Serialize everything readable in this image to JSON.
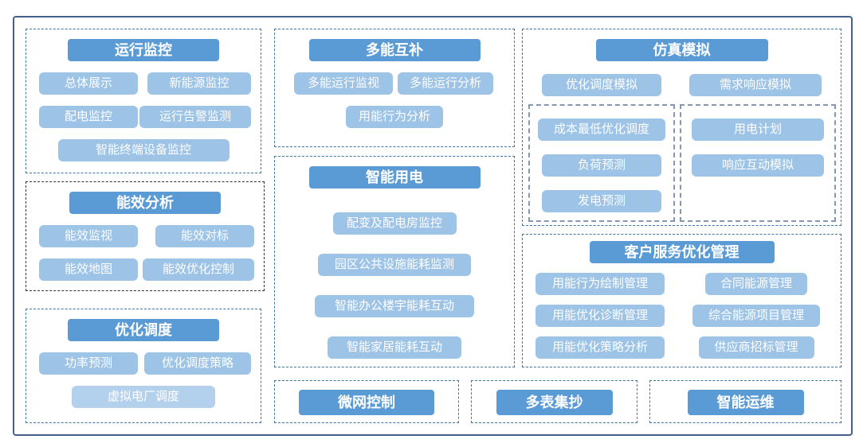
{
  "colors": {
    "header_button": "#5B9BD5",
    "item_button": "#9DC3E6",
    "item_button_light": "#B3D1ED",
    "button_text": "#FFFFFF",
    "group_border_blue": "#3F74A3",
    "group_border_dark": "#333333",
    "nested_border": "#8496B0",
    "frame_border": "#44608A"
  },
  "groups": {
    "operation_monitoring": {
      "title": "运行监控",
      "items": [
        "总体展示",
        "新能源监控",
        "配电监控",
        "运行告警监测",
        "智能终端设备监控"
      ]
    },
    "energy_efficiency_analysis": {
      "title": "能效分析",
      "items": [
        "能效监视",
        "能效对标",
        "能效地图",
        "能效优化控制"
      ]
    },
    "optimization_dispatch": {
      "title": "优化调度",
      "items": [
        "功率预测",
        "优化调度策略",
        "虚拟电厂调度"
      ]
    },
    "multi_energy_complementary": {
      "title": "多能互补",
      "items": [
        "多能运行监视",
        "多能运行分析",
        "用能行为分析"
      ]
    },
    "smart_power_use": {
      "title": "智能用电",
      "items": [
        "配变及配电房监控",
        "园区公共设施能耗监测",
        "智能办公楼宇能耗互动",
        "智能家居能耗互动"
      ]
    },
    "simulation": {
      "title": "仿真模拟",
      "items": [
        "优化调度模拟",
        "需求响应模拟"
      ],
      "sub_box_left": [
        "成本最低优化调度",
        "负荷预测",
        "发电预测"
      ],
      "sub_box_right": [
        "用电计划",
        "响应互动模拟"
      ]
    },
    "customer_service_optimization": {
      "title": "客户服务优化管理",
      "items": [
        "用能行为绘制管理",
        "合同能源管理",
        "用能优化诊断管理",
        "综合能源项目管理",
        "用能优化策略分析",
        "供应商招标管理"
      ]
    },
    "microgrid_control": {
      "title": "微网控制"
    },
    "multi_meter_reading": {
      "title": "多表集抄"
    },
    "smart_operation_maintenance": {
      "title": "智能运维"
    }
  }
}
